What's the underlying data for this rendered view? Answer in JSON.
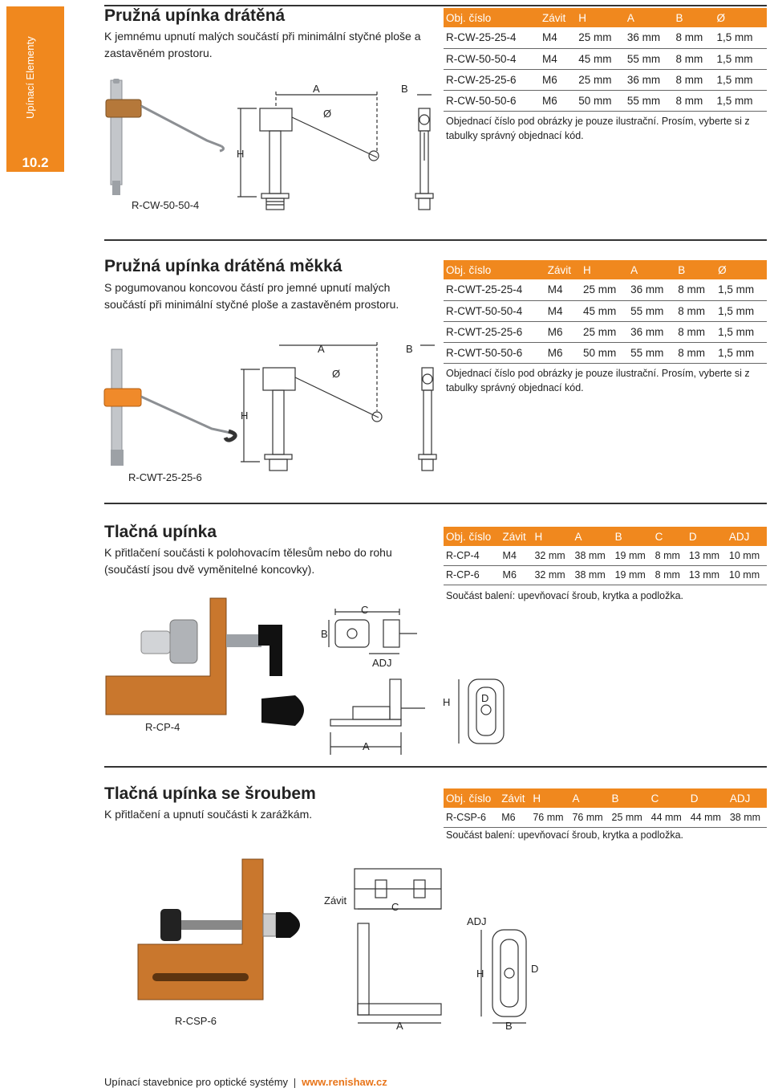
{
  "side_tab": {
    "label": "Upínací Elementy",
    "number": "10.2"
  },
  "sections": [
    {
      "title": "Pružná upínka drátěná",
      "description": "K jemnému upnutí malých součástí při minimální styčné ploše a zastavěném prostoru.",
      "columns": [
        "Obj. číslo",
        "Závit",
        "H",
        "A",
        "B",
        "Ø"
      ],
      "rows": [
        [
          "R-CW-25-25-4",
          "M4",
          "25 mm",
          "36 mm",
          "8 mm",
          "1,5 mm"
        ],
        [
          "R-CW-50-50-4",
          "M4",
          "45 mm",
          "55 mm",
          "8 mm",
          "1,5 mm"
        ],
        [
          "R-CW-25-25-6",
          "M6",
          "25 mm",
          "36 mm",
          "8 mm",
          "1,5 mm"
        ],
        [
          "R-CW-50-50-6",
          "M6",
          "50 mm",
          "55 mm",
          "8 mm",
          "1,5 mm"
        ]
      ],
      "note": "Objednací číslo pod obrázky je pouze ilustrační. Prosím, vyberte si z tabulky správný objednací kód.",
      "caption": "R-CW-50-50-4",
      "dims": {
        "a": "A",
        "b": "B",
        "h": "H",
        "d": "Ø"
      }
    },
    {
      "title": "Pružná upínka drátěná měkká",
      "description": "S pogumovanou koncovou částí pro jemné upnutí malých součástí při minimální styčné ploše a zastavěném prostoru.",
      "columns": [
        "Obj. číslo",
        "Závit",
        "H",
        "A",
        "B",
        "Ø"
      ],
      "rows": [
        [
          "R-CWT-25-25-4",
          "M4",
          "25 mm",
          "36 mm",
          "8 mm",
          "1,5 mm"
        ],
        [
          "R-CWT-50-50-4",
          "M4",
          "45 mm",
          "55 mm",
          "8 mm",
          "1,5 mm"
        ],
        [
          "R-CWT-25-25-6",
          "M6",
          "25 mm",
          "36 mm",
          "8 mm",
          "1,5 mm"
        ],
        [
          "R-CWT-50-50-6",
          "M6",
          "50 mm",
          "55 mm",
          "8 mm",
          "1,5 mm"
        ]
      ],
      "note": "Objednací číslo pod obrázky je pouze ilustrační. Prosím, vyberte si z tabulky správný objednací kód.",
      "caption": "R-CWT-25-25-6",
      "dims": {
        "a": "A",
        "b": "B",
        "h": "H",
        "d": "Ø"
      }
    },
    {
      "title": "Tlačná upínka",
      "description": "K přitlačení součásti k polohovacím tělesům nebo do rohu (součástí jsou dvě vyměnitelné koncovky).",
      "columns": [
        "Obj. číslo",
        "Závit",
        "H",
        "A",
        "B",
        "C",
        "D",
        "ADJ"
      ],
      "rows": [
        [
          "R-CP-4",
          "M4",
          "32 mm",
          "38 mm",
          "19 mm",
          "8 mm",
          "13 mm",
          "10 mm"
        ],
        [
          "R-CP-6",
          "M6",
          "32 mm",
          "38 mm",
          "19 mm",
          "8 mm",
          "13 mm",
          "10 mm"
        ]
      ],
      "note": "Součást balení: upevňovací šroub, krytka a podložka.",
      "caption": "R-CP-4",
      "dims": {
        "a": "A",
        "b": "B",
        "c": "C",
        "d": "D",
        "h": "H",
        "adj": "ADJ"
      }
    },
    {
      "title": "Tlačná upínka se šroubem",
      "description": "K přitlačení a upnutí součásti k zarážkám.",
      "columns": [
        "Obj. číslo",
        "Závit",
        "H",
        "A",
        "B",
        "C",
        "D",
        "ADJ"
      ],
      "rows": [
        [
          "R-CSP-6",
          "M6",
          "76 mm",
          "76 mm",
          "25 mm",
          "44 mm",
          "44 mm",
          "38 mm"
        ]
      ],
      "note": "Součást balení: upevňovací šroub, krytka a podložka.",
      "caption": "R-CSP-6",
      "dims": {
        "a": "A",
        "b": "B",
        "c": "C",
        "d": "D",
        "h": "H",
        "adj": "ADJ",
        "thread": "Závit"
      }
    }
  ],
  "footer": {
    "text": "Upínací stavebnice pro optické systémy",
    "url": "www.renishaw.cz"
  },
  "colors": {
    "accent": "#f0881e",
    "product_orange": "#c9772d",
    "steel": "#b9bcc0"
  }
}
